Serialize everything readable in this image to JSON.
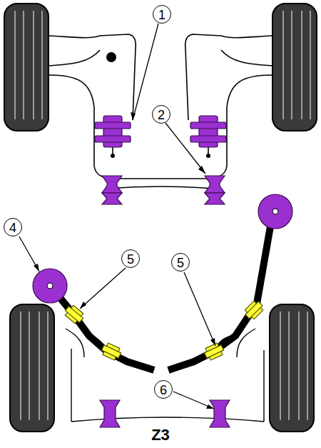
{
  "diagram": {
    "labels": [
      "1",
      "2",
      "4",
      "5",
      "5",
      "6",
      "Z3"
    ]
  }
}
